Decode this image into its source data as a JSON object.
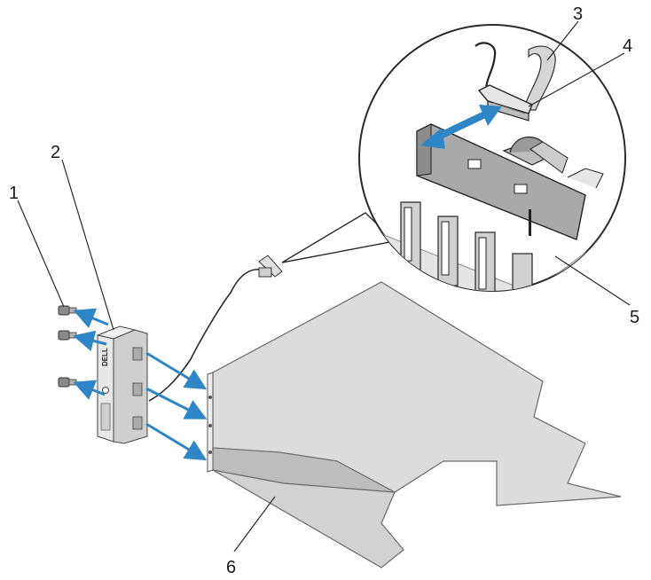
{
  "diagram": {
    "callouts": [
      {
        "id": "c1",
        "label": "1"
      },
      {
        "id": "c2",
        "label": "2"
      },
      {
        "id": "c3",
        "label": "3"
      },
      {
        "id": "c4",
        "label": "4"
      },
      {
        "id": "c5",
        "label": "5"
      },
      {
        "id": "c6",
        "label": "6"
      }
    ],
    "panel_logo": "DELL"
  },
  "colors": {
    "arrow": "#2f86c6",
    "sheet_metal": "#d4d4d4",
    "line": "#3a3a3a",
    "background": "#ffffff"
  }
}
